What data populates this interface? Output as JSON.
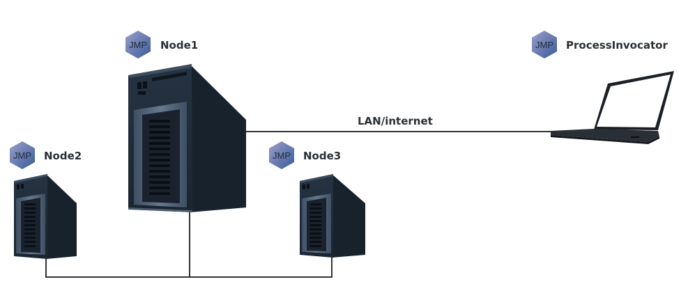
{
  "nodes": {
    "node1": {
      "label": "Node1",
      "badge": "JMP"
    },
    "node2": {
      "label": "Node2",
      "badge": "JMP"
    },
    "node3": {
      "label": "Node3",
      "badge": "JMP"
    },
    "invocator": {
      "label": "ProcessInvocator",
      "badge": "JMP"
    }
  },
  "link": {
    "label": "LAN/internet"
  },
  "colors": {
    "line": "#2f3338",
    "server_dark": "#1f2a36",
    "server_side": "#16202b",
    "server_trim": "#4e6177",
    "badge_top": "#8a8fb8",
    "badge_bottom": "#3f5d9c",
    "text": "#2b2f33"
  }
}
